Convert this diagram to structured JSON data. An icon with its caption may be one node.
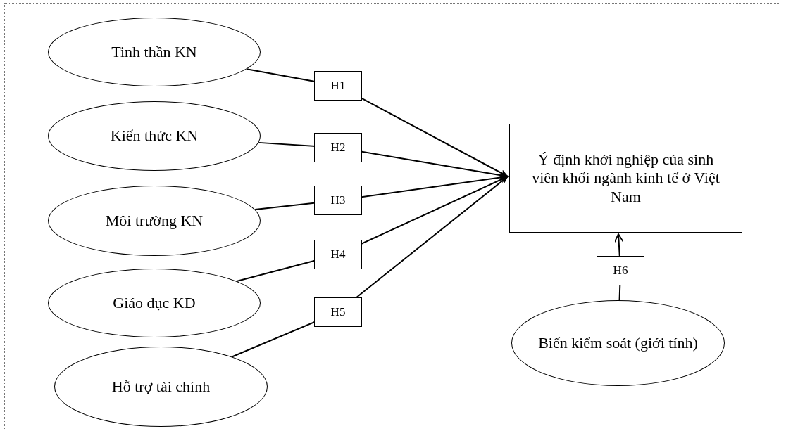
{
  "diagram": {
    "nodes": [
      {
        "text": [
          "Tinh thần KN"
        ]
      },
      {
        "text": [
          "Kiến thức KN"
        ]
      },
      {
        "text": [
          "Môi trường KN"
        ]
      },
      {
        "text": [
          "Giáo dục KD"
        ]
      },
      {
        "text": [
          "Hỗ trợ tài chính"
        ]
      },
      {
        "text": [
          "Ý định khởi nghiệp của sinh viên khối ngành kinh tế ở Việt Nam"
        ]
      },
      {
        "text": [
          "Biến kiểm soát (giới tính)"
        ]
      }
    ],
    "edges": [
      {
        "from": 0,
        "to": 5,
        "arrow": "to",
        "label": "H1"
      },
      {
        "from": 1,
        "to": 5,
        "arrow": "to",
        "label": "H2"
      },
      {
        "from": 2,
        "to": 5,
        "arrow": "to",
        "label": "H3"
      },
      {
        "from": 3,
        "to": 5,
        "arrow": "to",
        "label": "H4"
      },
      {
        "from": 4,
        "to": 5,
        "arrow": "to",
        "label": "H5"
      },
      {
        "from": 6,
        "to": 5,
        "arrow": "to",
        "label": "H6"
      }
    ]
  }
}
